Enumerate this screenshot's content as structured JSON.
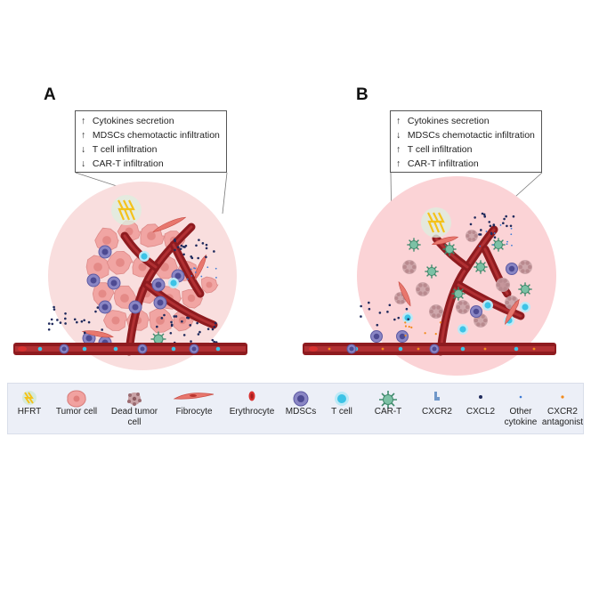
{
  "panels": [
    {
      "letter": "A",
      "callout": [
        {
          "arrow": "↑",
          "text": "Cytokines secretion"
        },
        {
          "arrow": "↑",
          "text": "MDSCs chemotactic infiltration"
        },
        {
          "arrow": "↓",
          "text": "T cell infiltration"
        },
        {
          "arrow": "↓",
          "text": "CAR-T infiltration"
        }
      ]
    },
    {
      "letter": "B",
      "callout": [
        {
          "arrow": "↑",
          "text": "Cytokines secretion"
        },
        {
          "arrow": "↓",
          "text": "MDSCs chemotactic infiltration"
        },
        {
          "arrow": "↑",
          "text": "T cell infiltration"
        },
        {
          "arrow": "↑",
          "text": "CAR-T infiltration"
        }
      ]
    }
  ],
  "legend": [
    {
      "label": "HFRT",
      "icon": "radiation-bolt-icon"
    },
    {
      "label": "Tumor cell",
      "icon": "tumor-cell-icon"
    },
    {
      "label": "Dead tumor cell",
      "icon": "dead-tumor-cell-icon"
    },
    {
      "label": "Fibrocyte",
      "icon": "fibrocyte-icon"
    },
    {
      "label": "Erythrocyte",
      "icon": "erythrocyte-icon"
    },
    {
      "label": "MDSCs",
      "icon": "mdsc-icon"
    },
    {
      "label": "T cell",
      "icon": "t-cell-icon"
    },
    {
      "label": "CAR-T",
      "icon": "car-t-icon"
    },
    {
      "label": "CXCR2",
      "icon": "cxcr2-icon"
    },
    {
      "label": "CXCL2",
      "icon": "cxcl2-icon"
    },
    {
      "label": "Other cytokine",
      "icon": "other-cytokine-icon"
    },
    {
      "label": "CXCR2 antagonist",
      "icon": "cxcr2-antagonist-icon"
    }
  ],
  "colors": {
    "tumor_circle_a": "#f9dede",
    "tumor_circle_b": "#fbd3d6",
    "vessel": "#8e1b1f",
    "vessel_lumen": "#c0393c",
    "tumor_cell": "#f1a2a0",
    "dead_tumor_cell": "#b98a8f",
    "mdsc": "#6f6bb3",
    "t_cell": "#3cc3e6",
    "car_t": "#5fa98a",
    "bolt": "#f4c21b",
    "legend_bg": "#eceff7"
  }
}
